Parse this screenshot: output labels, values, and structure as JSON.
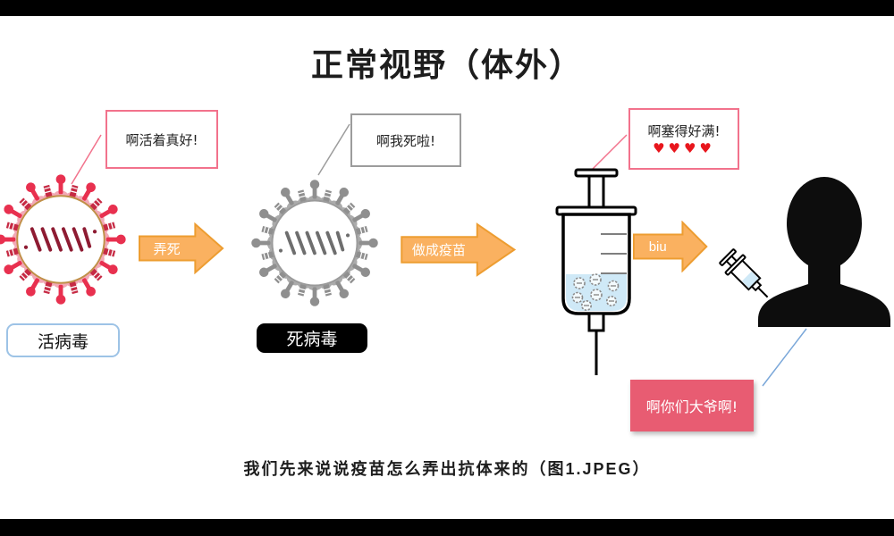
{
  "title": "正常视野（体外）",
  "caption": "我们先来说说疫苗怎么弄出抗体来的（图1.JPEG）",
  "stages": {
    "live_virus": {
      "label": "活病毒",
      "bubble": "啊活着真好!"
    },
    "dead_virus": {
      "label": "死病毒",
      "bubble": "啊我死啦!"
    },
    "vaccine_syringe": {
      "bubble": "啊塞得好满!",
      "hearts": "♥♥♥♥"
    },
    "person": {
      "bubble": "啊你们大爷啊!"
    }
  },
  "arrows": {
    "kill": "弄死",
    "make_vaccine": "做成疫苗",
    "inject": "biu"
  },
  "colors": {
    "arrow_fill": "#FAB160",
    "arrow_border": "#ED9D31",
    "pink_border": "#F2728C",
    "gray_border": "#9C9C9C",
    "red_bubble_fill": "#E85C72",
    "blue_tag_border": "#9DC3E6",
    "blue_line": "#7AA7D9",
    "virus_red": "#E8304F",
    "virus_gray": "#8F8F8F",
    "liquid_blue": "#CFE9F7",
    "heart_red": "#E8161D"
  }
}
